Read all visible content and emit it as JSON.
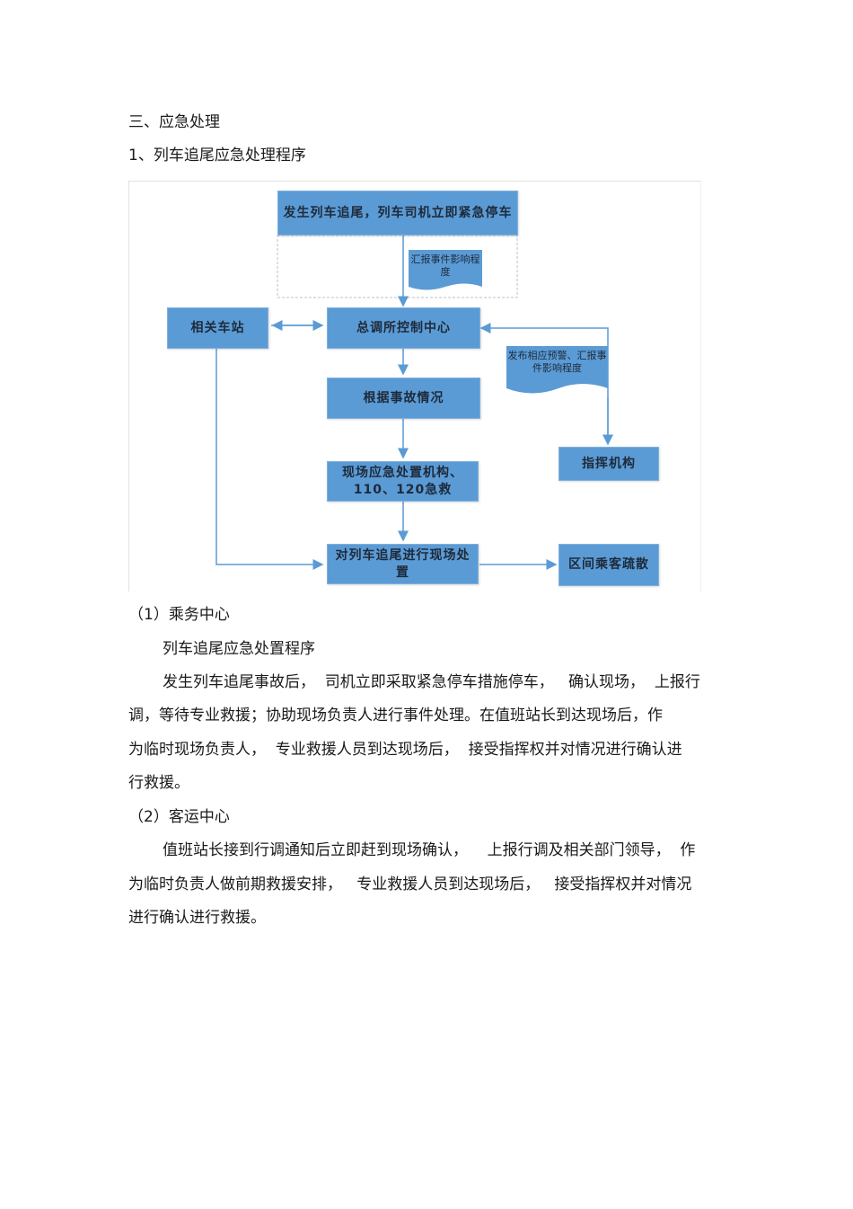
{
  "section_heading": "三、应急处理",
  "subheading": "1、列车追尾应急处理程序",
  "flowchart": {
    "nodes": {
      "start": "发生列车追尾，列车司机立即紧急停车",
      "report_doc": "汇报事件影响程度",
      "station": "相关车站",
      "control_center": "总调所控制中心",
      "by_situation": "根据事故情况",
      "onsite_agency": "现场应急处置机构、110、120急救",
      "onsite_handle": "对列车追尾进行现场处置",
      "warning_doc": "发布相应预警、汇报事件影响程度",
      "command": "指挥机构",
      "evacuate": "区间乘客疏散"
    },
    "colors": {
      "box_fill": "#5b9bd5",
      "arrow": "#5b9bd5",
      "dashed_border": "#bfbfbf"
    }
  },
  "part1": {
    "title": "（1）乘务中心",
    "subtitle": "列车追尾应急处置程序",
    "lines": [
      "发生列车追尾事故后，  司机立即采取紧急停车措施停车，   确认现场，  上报行",
      "调，等待专业救援；协助现场负责人进行事件处理。在值班站长到达现场后，作",
      "为临时现场负责人，  专业救援人员到达现场后，  接受指挥权并对情况进行确认进",
      "行救援。"
    ]
  },
  "part2": {
    "title": "（2）客运中心",
    "lines": [
      "值班站长接到行调通知后立即赶到现场确认，    上报行调及相关部门领导，  作",
      "为临时负责人做前期救援安排，   专业救援人员到达现场后，   接受指挥权并对情况",
      "进行确认进行救援。"
    ]
  }
}
